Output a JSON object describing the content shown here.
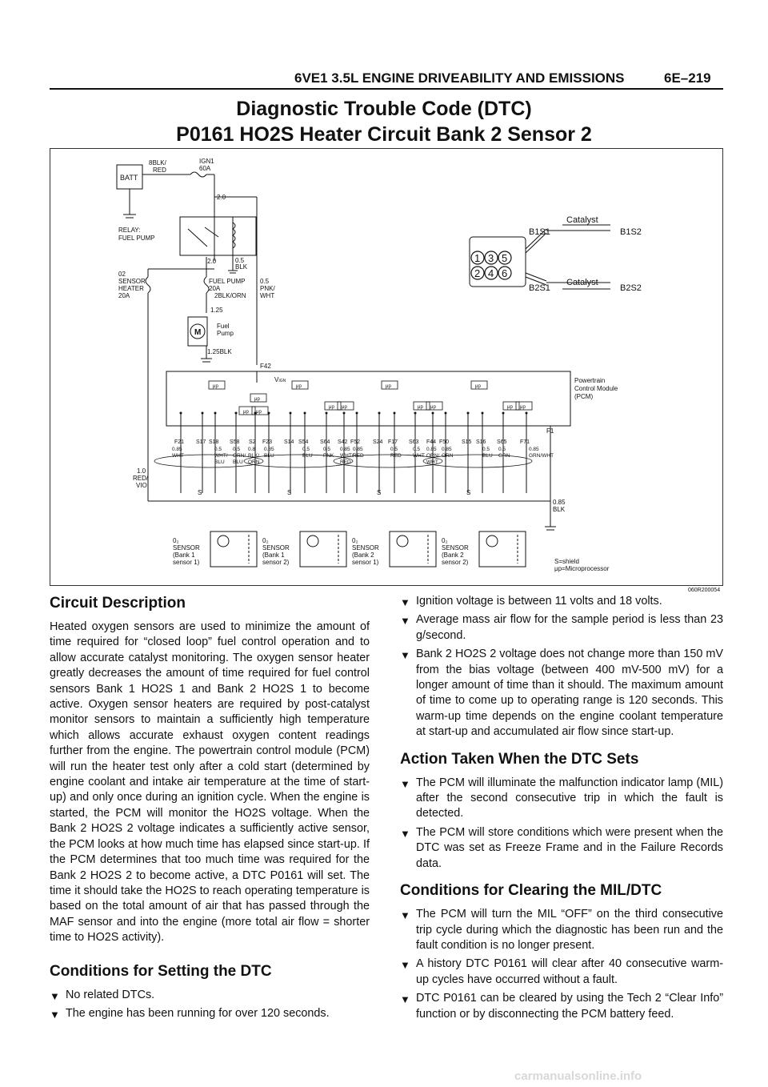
{
  "header": {
    "section": "6VE1 3.5L ENGINE DRIVEABILITY AND EMISSIONS",
    "page": "6E–219"
  },
  "title": {
    "line1": "Diagnostic Trouble Code (DTC)",
    "line2": "P0161 HO2S Heater Circuit Bank 2 Sensor 2"
  },
  "diagram": {
    "figure_id": "060R200054",
    "batt": "BATT",
    "batt_wire": [
      "8BLK/",
      "RED"
    ],
    "ign": [
      "IGN1",
      "60A"
    ],
    "relay": [
      "RELAY:",
      "FUEL PUMP"
    ],
    "o2_heater_fuse": [
      "02",
      "SENSOR",
      "HEATER",
      "20A"
    ],
    "fuel_pump_fuse": [
      "FUEL PUMP",
      "20A"
    ],
    "fuse_wire": "2BLK/ORN",
    "fuel_pump": [
      "Fuel",
      "Pump"
    ],
    "motor": "M",
    "wire_2_0_top": "2.0",
    "wire_2_0_relay": "2.0",
    "wire_05_blk": [
      "0.5",
      "BLK"
    ],
    "wire_pnk": [
      "0.5",
      "PNK/",
      "WHT"
    ],
    "wire_125": "1.25",
    "wire_125_blk": "1.25BLK",
    "wire_red_vio": [
      "1.0",
      "RED/",
      "VIO"
    ],
    "wire_blk": [
      "0.85",
      "BLK"
    ],
    "pcm_title": [
      "Powertrain",
      "Control Module",
      "(PCM)"
    ],
    "vign": "V",
    "vign_sub": "IGN",
    "f42": "F42",
    "f1": "F1",
    "up": "μp",
    "pins": [
      "F21",
      "S17",
      "S18",
      "S58",
      "S2",
      "F23",
      "S14",
      "S54",
      "S64",
      "S42",
      "F52",
      "S24",
      "F17",
      "S63",
      "F44",
      "F50",
      "S15",
      "S16",
      "S65",
      "F71"
    ],
    "wires": [
      [
        "0.85",
        "WHT"
      ],
      [
        "0.5",
        "WHT/",
        "BLU"
      ],
      [
        "0.5",
        "ORN/",
        "BLU"
      ],
      [
        "0.8",
        "BLK/",
        "ORN"
      ],
      [
        "0.85",
        "BLU"
      ],
      [
        "0.5",
        "BLU"
      ],
      [
        "0.5",
        "PNK"
      ],
      [
        "0.85",
        "WHT/",
        "RED"
      ],
      [
        "0.85",
        "RED"
      ],
      [
        "0.5",
        "RED"
      ],
      [
        "0.5",
        "WHT"
      ],
      [
        "0.85",
        "ORN/",
        "WHT"
      ],
      [
        "0.85",
        "ORN"
      ],
      [
        "0.5",
        "BLU"
      ],
      [
        "0.5",
        "GRN"
      ],
      [
        "0.85",
        "GRN/WHT"
      ]
    ],
    "shield_s": "S",
    "sensors": [
      [
        "0₂",
        "SENSOR",
        "(Bank 1",
        "sensor 1)"
      ],
      [
        "0₂",
        "SENSOR",
        "(Bank 1",
        "sensor 2)"
      ],
      [
        "0₂",
        "SENSOR",
        "(Bank 2",
        "sensor 1)"
      ],
      [
        "0₂",
        "SENSOR",
        "(Bank 2",
        "sensor 2)"
      ]
    ],
    "legend": [
      "S=shield",
      "μp=Microprocessor"
    ],
    "engine": {
      "b1s1": "B1S1",
      "b1s2": "B1S2",
      "b2s1": "B2S1",
      "b2s2": "B2S2",
      "catalyst": "Catalyst",
      "cylinders": [
        "1",
        "3",
        "5",
        "2",
        "4",
        "6"
      ]
    }
  },
  "circuit_description": {
    "heading": "Circuit Description",
    "text": "Heated oxygen sensors are used to minimize the amount of time required for “closed loop” fuel control operation and to allow accurate catalyst monitoring. The oxygen sensor heater greatly decreases the amount of time required for fuel control sensors Bank 1 HO2S 1 and Bank 2 HO2S 1 to become active. Oxygen sensor heaters are required by post-catalyst monitor sensors to maintain a sufficiently high temperature which allows accurate exhaust oxygen content readings further from the engine. The powertrain control module (PCM) will run the heater test only after a cold start (determined by engine coolant and intake air temperature at the time of start-up) and only once during an ignition cycle. When the engine is started, the PCM will monitor the HO2S voltage. When the Bank 2 HO2S 2 voltage indicates a sufficiently active sensor, the PCM looks at how much time has elapsed since start-up. If the PCM determines that too much time was required for the Bank 2 HO2S 2 to become active, a DTC P0161 will set. The time it should take the HO2S to reach operating temperature is based on the total amount of air that has passed through the MAF sensor and into the engine (more total air flow = shorter time to HO2S activity)."
  },
  "conditions_setting": {
    "heading": "Conditions for Setting the DTC",
    "items": [
      "No related DTCs.",
      "The engine has been running for over 120 seconds.",
      "Ignition voltage is between 11 volts and 18 volts.",
      "Average mass air flow for the sample period is less than 23 g/second.",
      "Bank 2 HO2S 2 voltage does not change more than 150 mV from the bias voltage (between 400 mV-500 mV) for a longer amount of time than it should. The maximum amount of time to come up to operating range is 120 seconds. This warm-up time depends on the engine coolant temperature at start-up and accumulated air flow since start-up."
    ]
  },
  "action_taken": {
    "heading": "Action Taken When the DTC Sets",
    "items": [
      "The PCM will illuminate the malfunction indicator lamp (MIL) after the second consecutive trip in which the fault is detected.",
      "The PCM will store conditions which were present when the DTC was set as Freeze Frame and in the Failure Records data."
    ]
  },
  "clearing": {
    "heading": "Conditions for Clearing the MIL/DTC",
    "items": [
      "The PCM will turn the MIL “OFF” on the third consecutive trip cycle during which the diagnostic has been run and the fault condition is no longer present.",
      "A history DTC P0161 will clear after 40 consecutive warm-up cycles have occurred without a fault.",
      "DTC P0161 can be cleared by using the Tech 2 “Clear Info” function or by disconnecting the PCM battery feed."
    ]
  },
  "bullet_marker": "▼",
  "watermark": "carmanualsonline.info"
}
